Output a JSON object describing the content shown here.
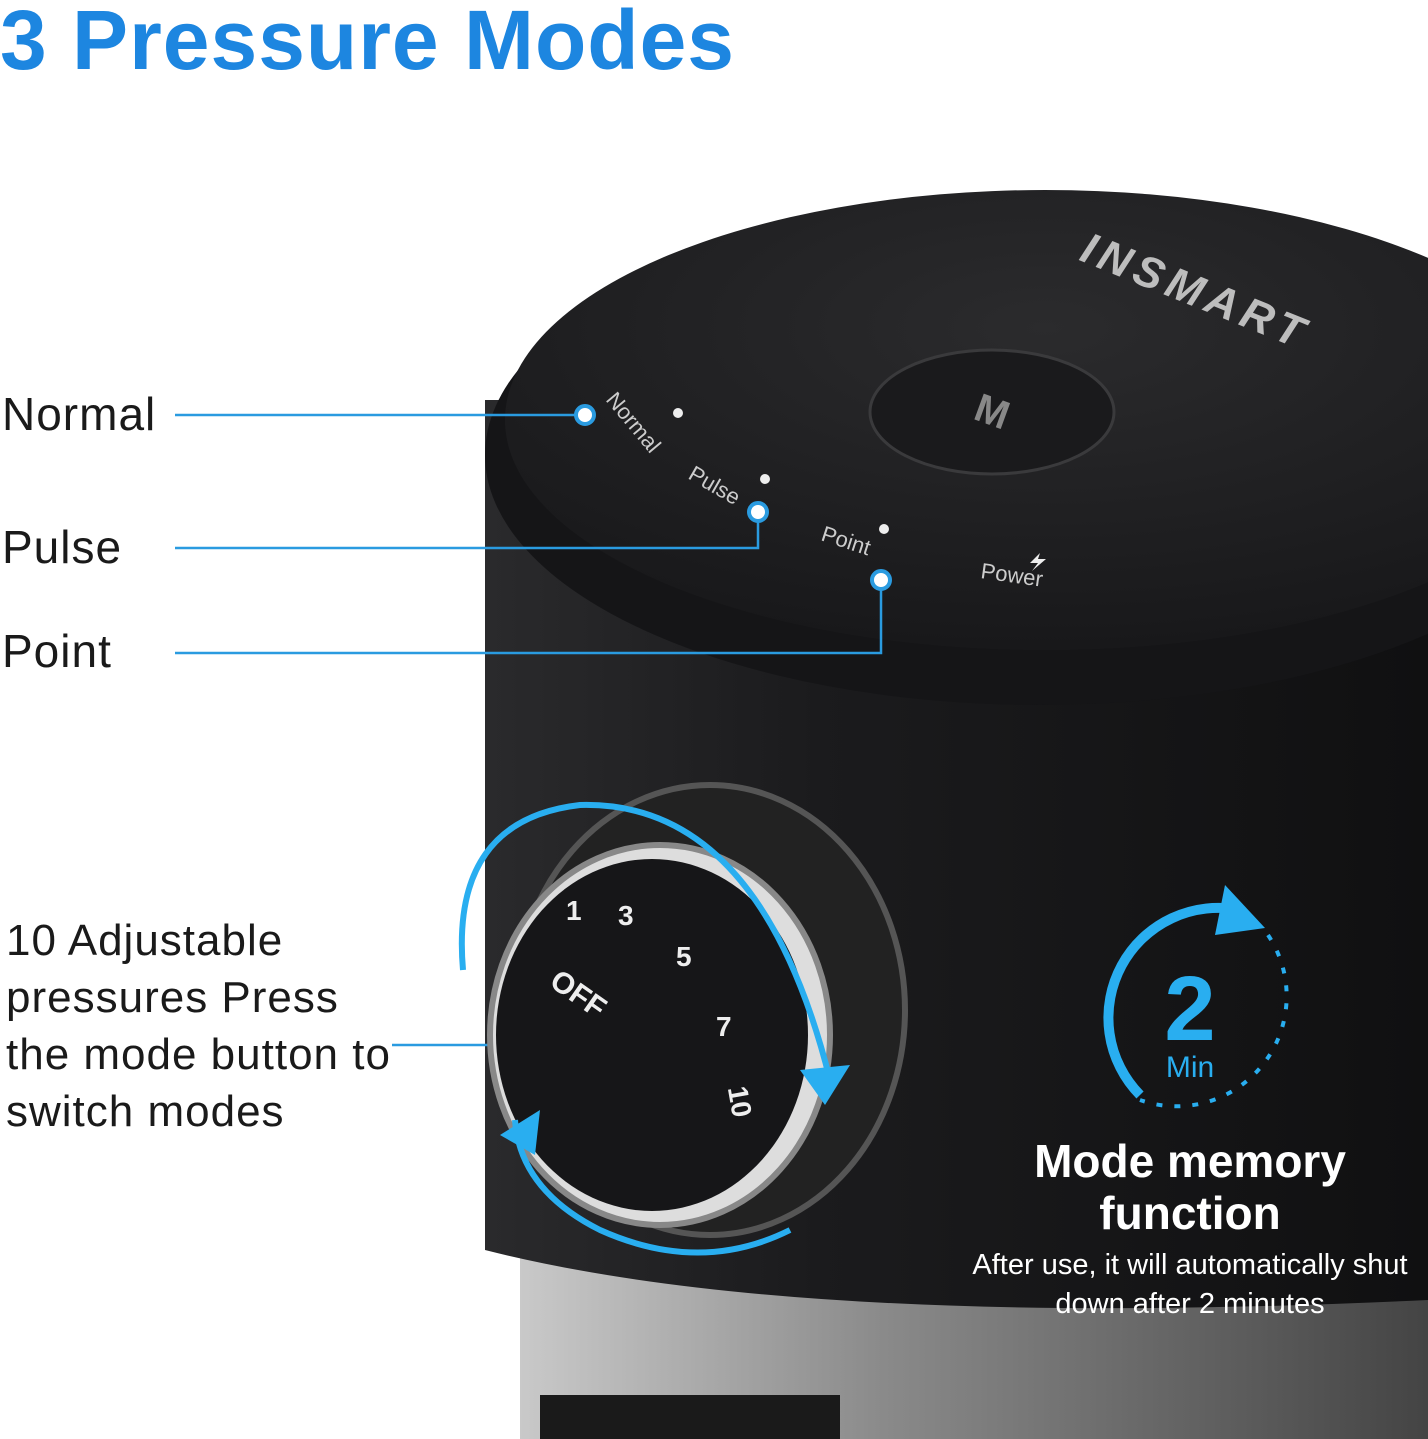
{
  "title": "3 Pressure Modes",
  "brand": "INSMART",
  "mode_button": "M",
  "panel_labels": {
    "normal": "Normal",
    "pulse": "Pulse",
    "point": "Point",
    "power": "Power"
  },
  "callouts": {
    "normal": "Normal",
    "pulse": "Pulse",
    "point": "Point",
    "dial": "10 Adjustable pressures Press the mode button to switch modes"
  },
  "dial": {
    "off": "OFF",
    "marks": [
      "1",
      "3",
      "5",
      "7",
      "10"
    ]
  },
  "timer": {
    "value": "2",
    "unit": "Min"
  },
  "memory": {
    "title": "Mode memory function",
    "subtitle": "After use, it will automatically shut down after 2 minutes"
  },
  "colors": {
    "accent": "#1d86e0",
    "callout_line": "#2a9be0",
    "arrow": "#29aef0",
    "device": "#1c1c1e"
  }
}
